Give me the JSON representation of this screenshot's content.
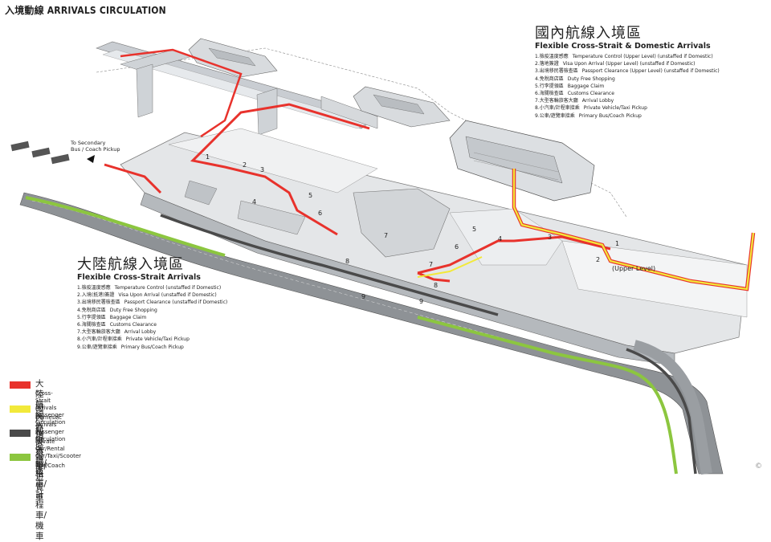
{
  "title": "入境動線 ARRIVALS CIRCULATION",
  "domestic": {
    "heading_zh": "國內航線入境區",
    "heading_en": "Flexible Cross-Strait & Domestic Arrivals",
    "items": [
      {
        "zh": "1.檢疫溫度感應",
        "en": "Temperature Control (Upper Level) (unstaffed if Domestic)"
      },
      {
        "zh": "2.落地簽證",
        "en": "Visa Upon Arrival (Upper Level) (unstaffed if Domestic)"
      },
      {
        "zh": "3.出境移民署檢查區",
        "en": "Passport Clearance (Upper Level) (unstaffed if Domestic)"
      },
      {
        "zh": "4.免稅商店區",
        "en": "Duty Free Shopping"
      },
      {
        "zh": "5.行李提領區",
        "en": "Baggage Claim"
      },
      {
        "zh": "6.海關檢查區",
        "en": "Customs Clearance"
      },
      {
        "zh": "7.大型客輪旅客大廳",
        "en": "Arrival Lobby"
      },
      {
        "zh": "8.小汽車/計程車接乘",
        "en": "Private Vehicle/Taxi Pickup"
      },
      {
        "zh": "9.公車/遊覽車接乘",
        "en": "Primary Bus/Coach Pickup"
      }
    ]
  },
  "mainland": {
    "heading_zh": "大陸航線入境區",
    "heading_en": "Flexible Cross-Strait Arrivals",
    "items": [
      {
        "zh": "1.檢疫溫度感應",
        "en": "Temperature Control (unstaffed if Domestic)"
      },
      {
        "zh": "2.入境(抵港)簽證",
        "en": "Visa Upon Arrival (unstaffed if Domestic)"
      },
      {
        "zh": "3.出境移民署檢查區",
        "en": "Passport Clearance (unstaffed if Domestic)"
      },
      {
        "zh": "4.免稅商店區",
        "en": "Duty Free Shopping"
      },
      {
        "zh": "5.行李提領區",
        "en": "Baggage Claim"
      },
      {
        "zh": "6.海關檢查區",
        "en": "Customs Clearance"
      },
      {
        "zh": "7.大型客輪旅客大廳",
        "en": "Arrival Lobby"
      },
      {
        "zh": "8.小汽車/計程車接乘",
        "en": "Private Vehicle/Taxi Pickup"
      },
      {
        "zh": "9.公車/遊覽車接乘",
        "en": "Primary Bus/Coach Pickup"
      }
    ]
  },
  "legend": [
    {
      "zh": "大陸航線入境區",
      "en": "Cross-Strait Arrivals Passenger Circulation",
      "color": "#e8322c"
    },
    {
      "zh": "國內航線入境區",
      "en": "Domestic Arrivals Passenger Circulation",
      "color": "#f2e93a"
    },
    {
      "zh": "私人車輛/租車/計程車/機車",
      "en": "Private Car/Rental Car/Taxi/Scooter",
      "color": "#4a4a4a"
    },
    {
      "zh": "公車/遊覽車",
      "en": "Bus/Coach",
      "color": "#8cc63f"
    }
  ],
  "labels": {
    "secondary_bus_line1": "To Secondary",
    "secondary_bus_line2": "Bus / Coach Pickup",
    "upper_level": "(Upper Level)",
    "copyright": "©"
  },
  "markers_left": [
    "1",
    "2",
    "3",
    "4",
    "5",
    "6",
    "7",
    "8",
    "9"
  ],
  "markers_right": [
    "1",
    "2",
    "3",
    "4",
    "5",
    "6",
    "7",
    "8",
    "9"
  ]
}
